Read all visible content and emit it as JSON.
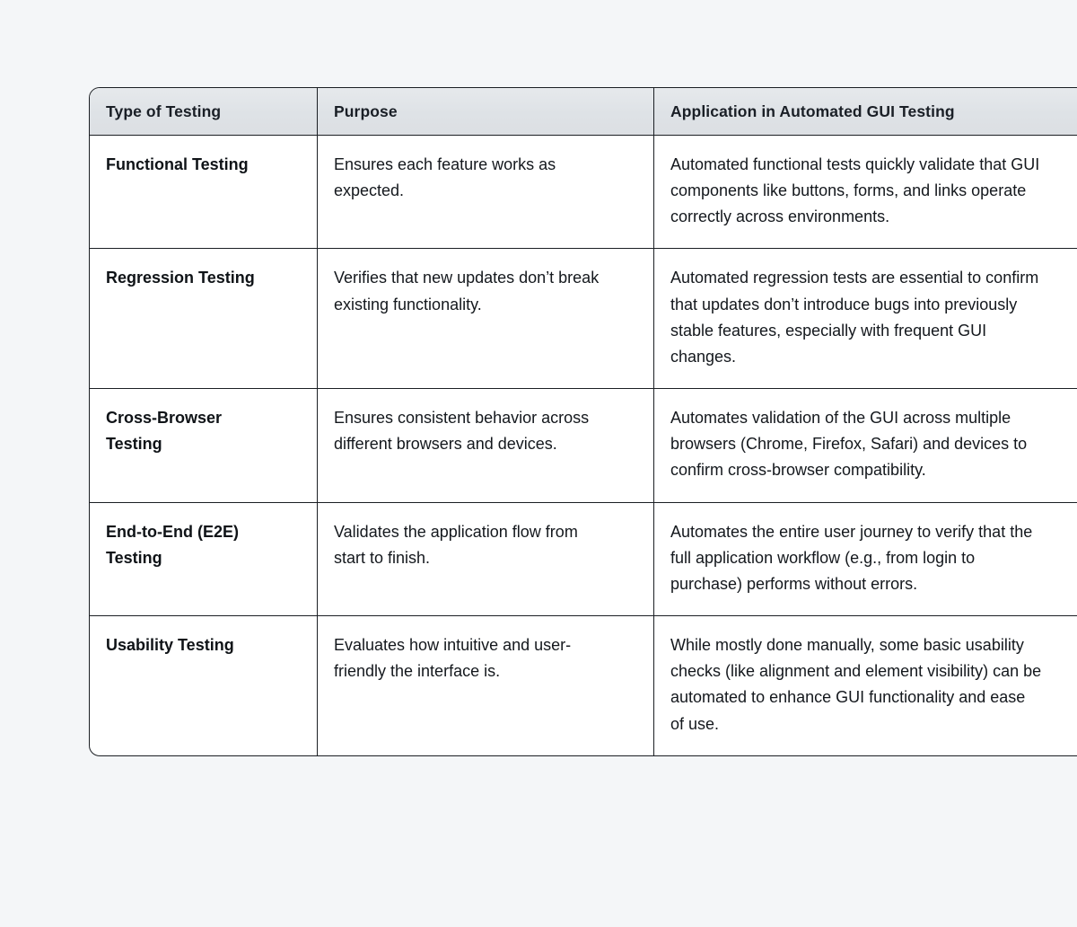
{
  "table": {
    "headers": [
      "Type of Testing",
      "Purpose",
      "Application in Automated GUI Testing"
    ],
    "rows": [
      {
        "type": "Functional Testing",
        "purpose": "Ensures each feature works as expected.",
        "application": "Automated functional tests quickly validate that GUI components like buttons, forms, and links operate correctly across environments."
      },
      {
        "type": "Regression Testing",
        "purpose": "Verifies that new updates don’t break existing functionality.",
        "application": "Automated regression tests are essential to confirm that updates don’t introduce bugs into previously stable features, especially with frequent GUI changes."
      },
      {
        "type": "Cross-Browser Testing",
        "purpose": "Ensures consistent behavior across different browsers and devices.",
        "application": "Automates validation of the GUI across multiple browsers (Chrome, Firefox, Safari) and devices to confirm cross-browser compatibility."
      },
      {
        "type": "End-to-End (E2E) Testing",
        "purpose": "Validates the application flow from start to finish.",
        "application": "Automates the entire user journey to verify that the full application workflow (e.g., from login to purchase) performs without errors."
      },
      {
        "type": "Usability Testing",
        "purpose": "Evaluates how intuitive and user-friendly the interface is.",
        "application": "While mostly done manually, some basic usability checks (like alignment and element visibility) can be automated to enhance GUI functionality and ease of use."
      }
    ]
  },
  "colors": {
    "page_background": "#f4f6f8",
    "table_background": "#ffffff",
    "header_background": "#dfe3e7",
    "border": "#1b1f24",
    "text": "#14181d",
    "heading_text": "#1a1f26"
  }
}
